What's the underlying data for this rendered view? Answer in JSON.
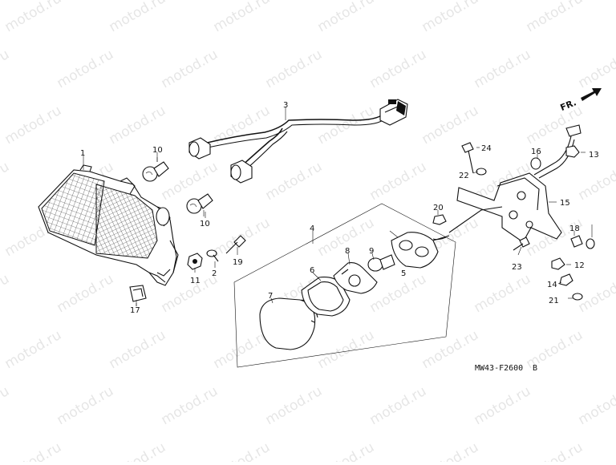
{
  "diagram": {
    "part_code": "MW43-F2600",
    "part_code_suffix": "B",
    "direction_label": "FR.",
    "watermark_text": "motod.ru",
    "watermark_color": "#000000",
    "line_color": "#111111",
    "callouts": [
      "1",
      "2",
      "3",
      "4",
      "5",
      "6",
      "7",
      "8",
      "9",
      "10",
      "10",
      "11",
      "12",
      "13",
      "14",
      "15",
      "16",
      "17",
      "18",
      "19",
      "20",
      "21",
      "22",
      "23",
      "24"
    ]
  }
}
